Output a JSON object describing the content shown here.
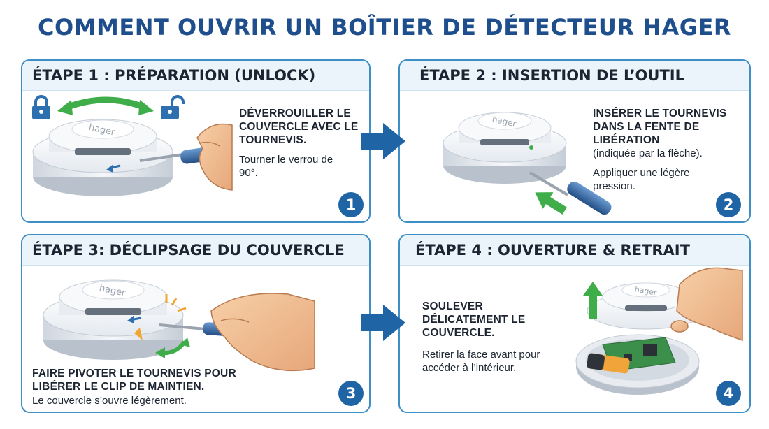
{
  "title": "COMMENT OUVRIR UN BOÎTIER DE DÉTECTEUR HAGER",
  "brand": "hager",
  "colors": {
    "accent": "#1f65a6",
    "border": "#3d8fc6",
    "green": "#3fae4a",
    "title": "#1f4e8c"
  },
  "steps": [
    {
      "heading": "ÉTAPE 1 : PRÉPARATION (UNLOCK)",
      "instruction": "DÉVERROUILLER LE COUVERCLE AVEC LE TOURNEVIS.",
      "detail": "Tourner le verrou de 90°.",
      "number": "1",
      "icons": [
        "lock-closed-icon",
        "lock-open-icon",
        "double-arrow-icon"
      ]
    },
    {
      "heading": "ÉTAPE 2 : INSERTION DE L’OUTIL",
      "instruction": "INSÉRER LE TOURNEVIS DANS LA FENTE DE LIBÉRATION",
      "instruction_note": "(indiquée par la flèche).",
      "detail": "Appliquer une légère pression.",
      "number": "2",
      "icons": [
        "green-arrow-icon"
      ]
    },
    {
      "heading": "ÉTAPE 3: DÉCLIPSAGE DU COUVERCLE",
      "instruction": "FAIRE PIVOTER LE TOURNEVIS POUR LIBÉRER LE CLIP DE MAINTIEN.",
      "detail": "Le couvercle s’ouvre légèrement.",
      "number": "3",
      "icons": [
        "rotate-arrow-icon"
      ]
    },
    {
      "heading": "ÉTAPE 4 : OUVERTURE & RETRAIT",
      "instruction": "SOULEVER DÉLICATEMENT LE COUVERCLE.",
      "detail": "Retirer la face avant pour accéder à l’intérieur.",
      "number": "4",
      "icons": [
        "up-arrow-icon"
      ]
    }
  ]
}
